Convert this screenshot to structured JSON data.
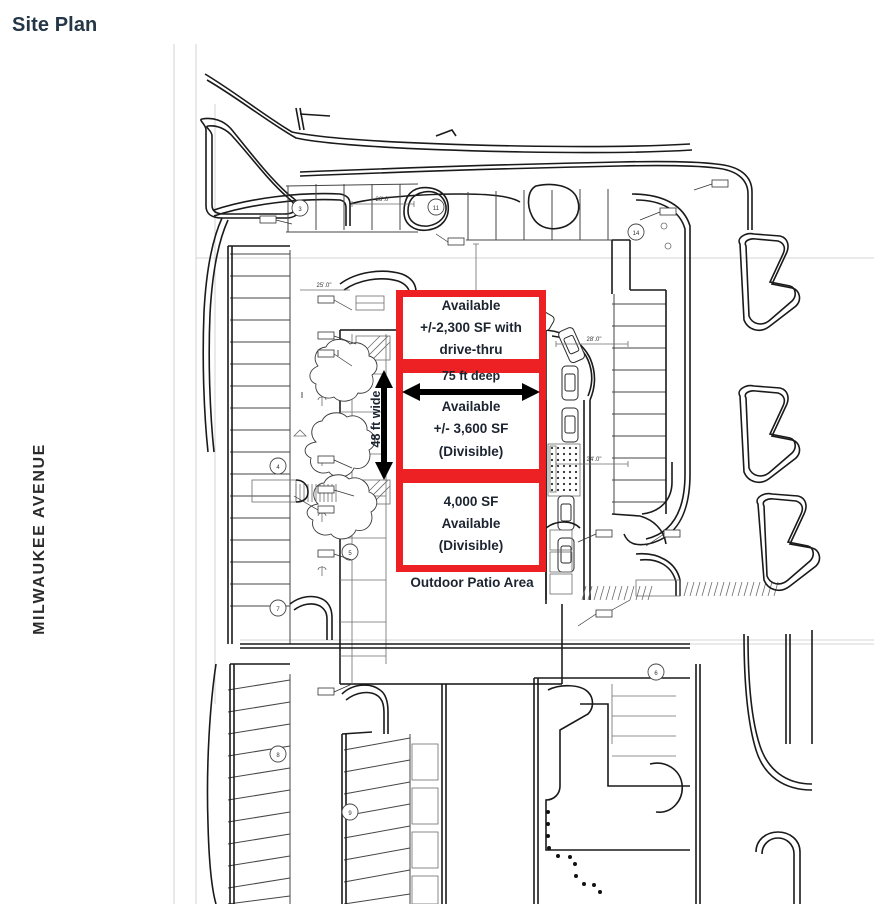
{
  "page": {
    "title": "Site Plan",
    "background_color": "#ffffff",
    "title_color": "#253746"
  },
  "street": {
    "label": "MILWAUKEE AVENUE",
    "orientation": "vertical-left"
  },
  "drawing": {
    "type": "architectural-site-plan",
    "description": "CAD line drawing of a retail center site plan with parking stalls, drive aisles, curbs, landscape islands, drive-thru lane with queued cars, crosswalk hatching and adjacent parcel outlines",
    "line_color": "#1a1a1a",
    "stall_count_labels": [
      "3",
      "11",
      "14",
      "4",
      "5",
      "6",
      "7",
      "8",
      "9"
    ]
  },
  "callouts": {
    "accent_color": "#ed2024",
    "boxes": [
      {
        "id": "top",
        "lines": [
          "Available",
          "+/-2,300 SF with",
          "drive-thru"
        ]
      },
      {
        "id": "middle",
        "lines": [
          "Available",
          "+/- 3,600 SF",
          "(Divisible)"
        ]
      },
      {
        "id": "bottom",
        "lines": [
          "4,000 SF",
          "Available",
          "(Divisible)"
        ]
      }
    ]
  },
  "dimensions": {
    "depth": "75 ft deep",
    "width": "48 ft wide"
  },
  "annotations": {
    "patio": "Outdoor Patio Area"
  }
}
